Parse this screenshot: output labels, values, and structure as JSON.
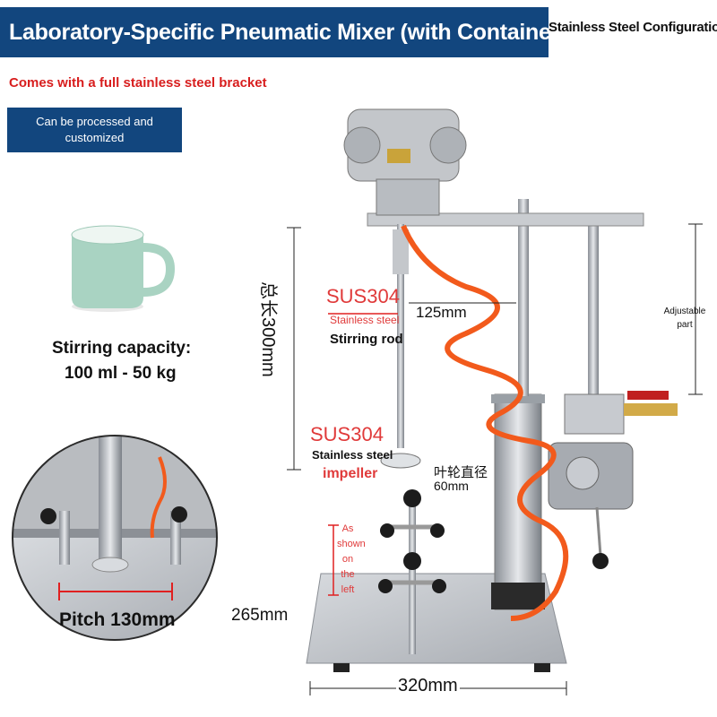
{
  "header": {
    "title": "Laboratory-Specific Pneumatic Mixer (with Container Holder)",
    "config": "Stainless Steel Configuration"
  },
  "subtitle": "Comes with a full stainless steel bracket",
  "badge": "Can be processed and customized",
  "capacity": {
    "label": "Stirring capacity:",
    "value": "100 ml - 50 kg"
  },
  "annotations": {
    "rod_material": "SUS304",
    "rod_desc1": "Stainless steel",
    "rod_desc2": "Stirring rod",
    "impeller_material": "SUS304",
    "impeller_desc1": "Stainless steel",
    "impeller_desc2": "impeller",
    "impeller_dia_cn": "叶轮直径",
    "impeller_dia": "60mm",
    "adjustable": "Adjustable part",
    "as_shown": [
      "As",
      "shown",
      "on",
      "the",
      "left"
    ]
  },
  "dimensions": {
    "total_length_cn": "总长300mm",
    "arm": "125mm",
    "depth": "265mm",
    "width": "320mm",
    "pitch": "Pitch 130mm"
  },
  "colors": {
    "brand_blue": "#12467e",
    "accent_red": "#d81e1e",
    "hose_orange": "#f25a1c",
    "mug_green": "#a9d3c2"
  }
}
